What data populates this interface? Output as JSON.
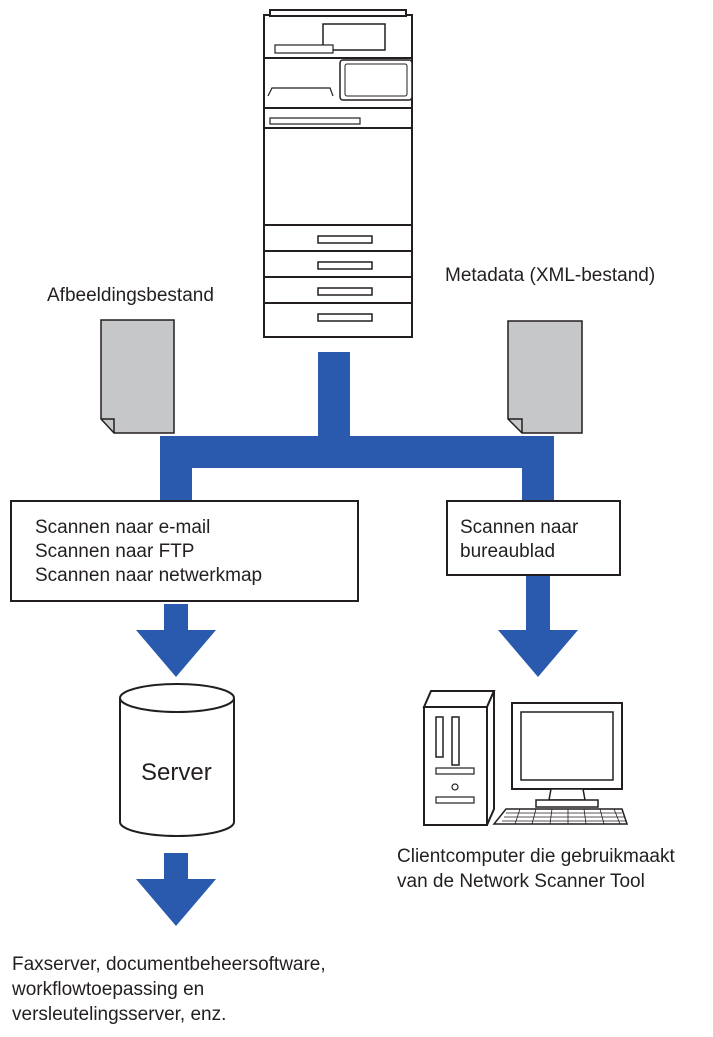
{
  "labels": {
    "image_file": "Afbeeldingsbestand",
    "metadata": "Metadata (XML-bestand)",
    "server": "Server",
    "client_line1": "Clientcomputer die gebruikmaakt",
    "client_line2": "van de Network Scanner Tool",
    "dest_line1": "Faxserver, documentbeheersoftware,",
    "dest_line2": "workflowtoepassing en",
    "dest_line3": "versleutelingsserver, enz."
  },
  "left_box": {
    "lines": [
      "Scannen naar e-mail",
      "Scannen naar FTP",
      "Scannen naar netwerkmap"
    ]
  },
  "right_box": {
    "lines": [
      "Scannen naar",
      "bureaublad"
    ]
  },
  "colors": {
    "arrow": "#2a5aad",
    "document": "#c6c7c9",
    "outline": "#231f20"
  }
}
